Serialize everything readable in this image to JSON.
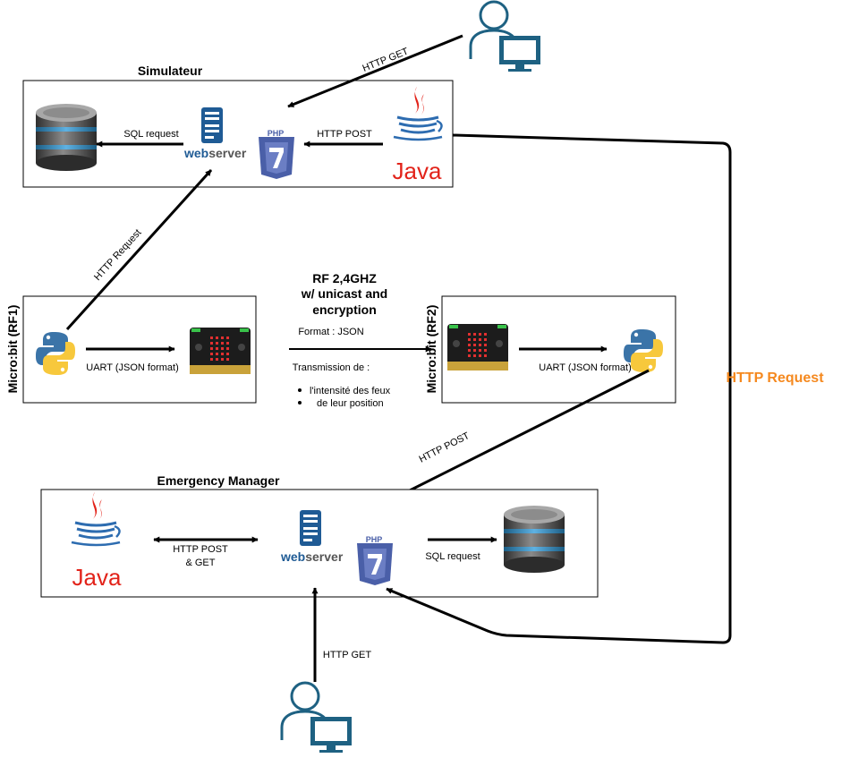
{
  "simulateur": {
    "title": "Simulateur",
    "sql_request": "SQL request",
    "http_post": "HTTP POST",
    "http_get": "HTTP GET",
    "http_request": "HTTP Request"
  },
  "rf1": {
    "label": "Micro:bit (RF1)",
    "uart": "UART (JSON format)"
  },
  "rf2": {
    "label": "Micro:bit (RF2)",
    "uart": "UART (JSON format)",
    "http_post": "HTTP POST"
  },
  "rf_link": {
    "title_line1": "RF 2,4GHZ",
    "title_line2": "w/ unicast and",
    "title_line3": "encryption",
    "format": "Format : JSON",
    "transmission": "Transmission de :",
    "bullets": [
      "l'intensité des feux",
      "de leur position"
    ]
  },
  "emergency": {
    "title": "Emergency Manager",
    "http_post_get_line1": "HTTP POST",
    "http_post_get_line2": "& GET",
    "sql_request": "SQL request",
    "http_get": "HTTP GET"
  },
  "side_label": "HTTP Request",
  "logos": {
    "webserver_part1": "web",
    "webserver_part2": "server",
    "php": "PHP",
    "php_version": "7",
    "java": "Java"
  },
  "colors": {
    "accent_orange": "#f5891f",
    "php_blue": "#4a5fa8",
    "java_red": "#e2231a",
    "java_blue": "#2d6cb0",
    "user_blue": "#1e6182"
  }
}
